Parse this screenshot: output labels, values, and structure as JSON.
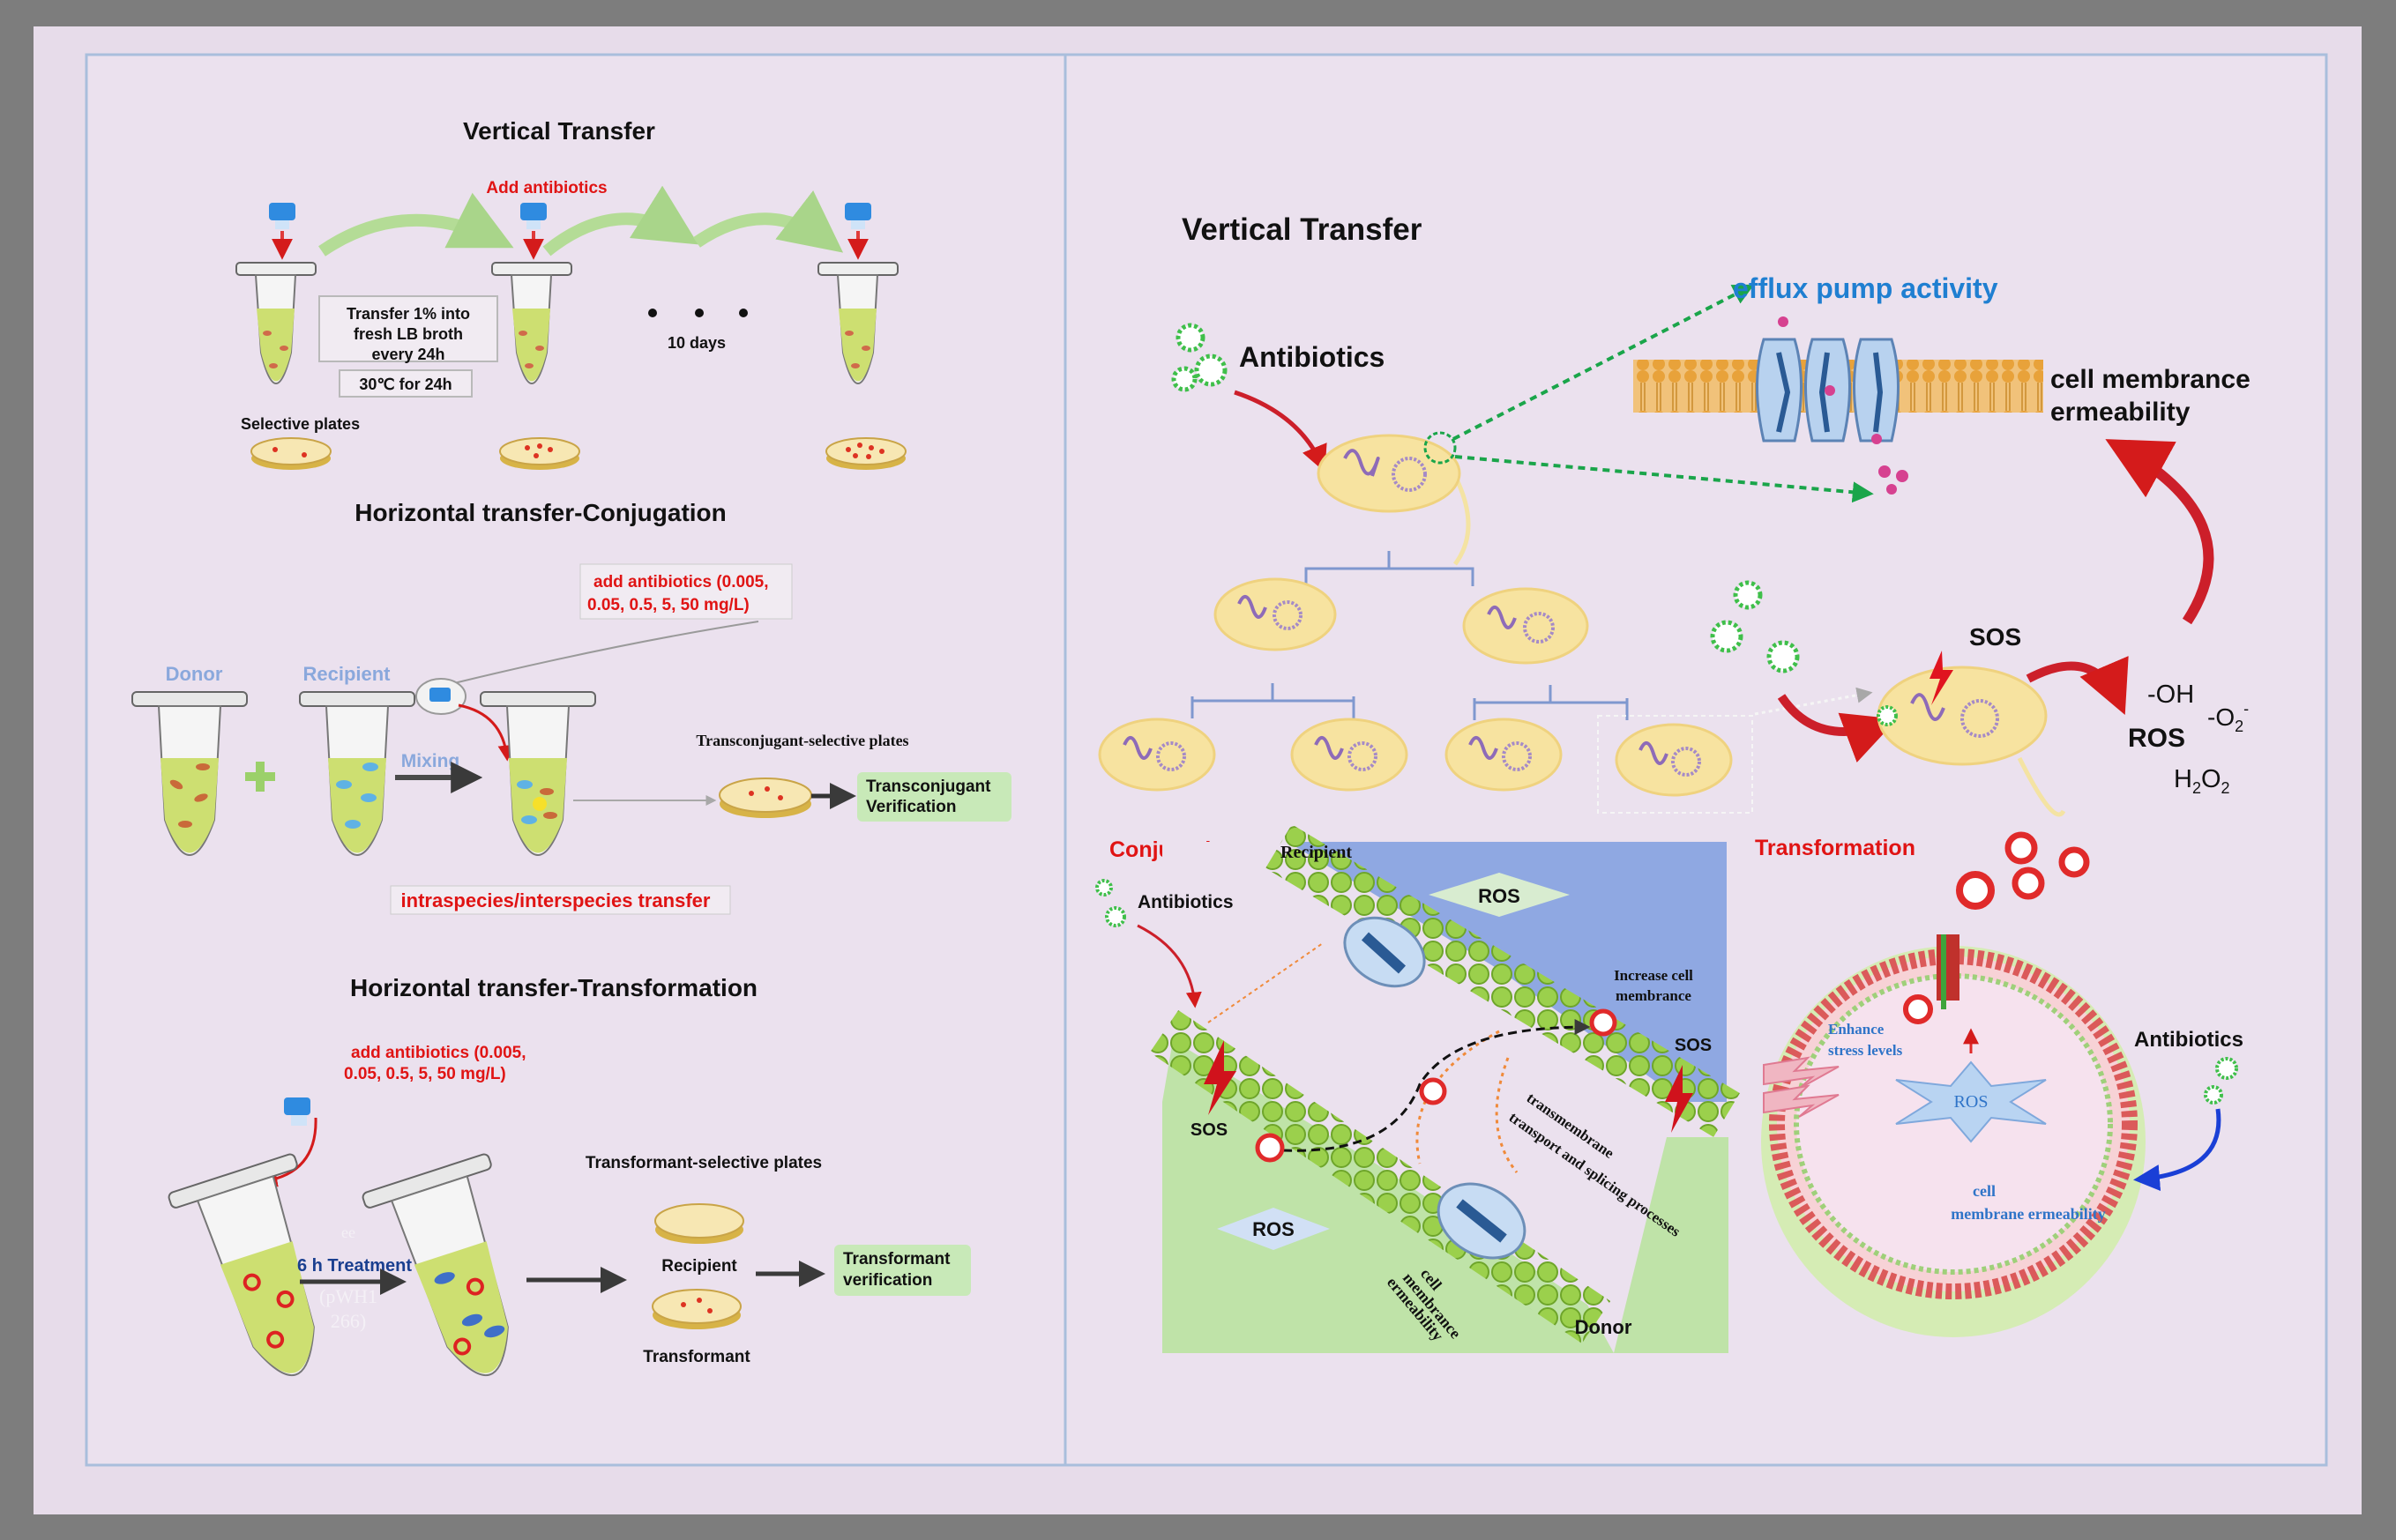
{
  "colors": {
    "background": "#ebe1ee",
    "panel_border": "#a9bedc",
    "red": "#e01414",
    "blue_label": "#1f7fd1",
    "light_blue_label": "#8aa8dc",
    "green_box": "#c8e9b8",
    "membrane": "#8fc548",
    "bacteria": "#f9e3a0",
    "ros_blue": "#8fa8e2",
    "donor_green": "#bfe3a8"
  },
  "left": {
    "vertical": {
      "title": "Vertical Transfer",
      "add_antibiotics": "Add  antibiotics",
      "transfer_lines": [
        "Transfer 1% into",
        "fresh LB broth",
        "every 24h"
      ],
      "temp": "30℃ for 24h",
      "days": "10 days",
      "plates_label": "Selective plates"
    },
    "conjugation": {
      "title": "Horizontal transfer-Conjugation",
      "add_lines": [
        "add antibiotics (0.005,",
        "0.05, 0.5, 5, 50 mg/L)"
      ],
      "donor": "Donor",
      "recipient": "Recipient",
      "mixing": "Mixing",
      "plates_label": "Transconjugant-selective plates",
      "verification_lines": [
        "Transconjugant",
        "Verification"
      ],
      "transfer_note": "intraspecies/interspecies transfer"
    },
    "transformation": {
      "title": "Horizontal transfer-Transformation",
      "add_lines": [
        "add antibiotics (0.005,",
        "0.05, 0.5, 5, 50 mg/L)"
      ],
      "treatment": "6 h Treatment",
      "ghost_lines": [
        "ee",
        "(pWH1",
        "266)"
      ],
      "plates_label": "Transformant-selective plates",
      "recipient": "Recipient",
      "transformant": "Transformant",
      "verification_lines": [
        "Transformant",
        "verification"
      ]
    }
  },
  "right": {
    "title": "Vertical Transfer",
    "antibiotics": "Antibiotics",
    "efflux": "efflux pump activity",
    "membrane_lines": [
      "cell membrance",
      "ermeability"
    ],
    "sos": "SOS",
    "oh": "-OH",
    "ros": "ROS",
    "o2": "-O",
    "o2_sub": "2",
    "o2_sup": "-",
    "h2o2_a": "H",
    "h2o2_sub1": "2",
    "h2o2_b": "O",
    "h2o2_sub2": "2",
    "conjugation": "Conjugation",
    "transformation": "Transformation",
    "inset": {
      "antibiotics": "Antibiotics",
      "recipient": "Recipient",
      "ros_top": "ROS",
      "increase_lines": [
        "Increase cell",
        "membrance"
      ],
      "sos_right": "SOS",
      "sos_left": "SOS",
      "transport_lines": [
        "transmembrane",
        "transport and splicing processes"
      ],
      "ros_bottom": "ROS",
      "membrane_lines": [
        "cell",
        "membrance",
        "ermeability"
      ],
      "donor": "Donor"
    },
    "cell": {
      "enhance_lines": [
        "Enhance",
        "stress levels"
      ],
      "ros": "ROS",
      "membrane_lines": [
        "cell",
        "membrane ermeability"
      ],
      "antibiotics": "Antibiotics"
    }
  }
}
